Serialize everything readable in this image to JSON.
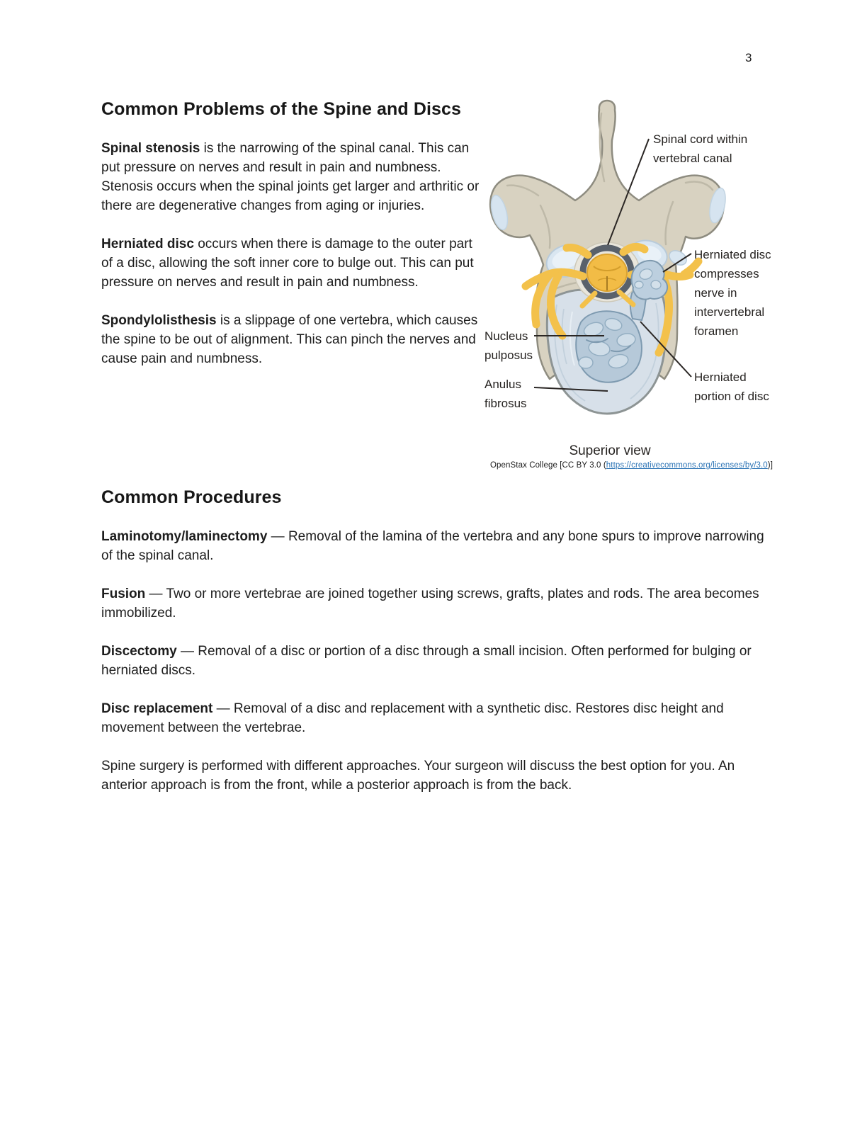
{
  "page": {
    "number": "3"
  },
  "section_problems": {
    "heading": "Common Problems of the Spine and Discs",
    "paragraphs": [
      {
        "lead": "Spinal stenosis",
        "text": " is the narrowing of the spinal canal. This can put pressure on nerves and result in pain and numbness. Stenosis occurs when the spinal joints get larger and arthritic or there are degenerative changes from aging or injuries."
      },
      {
        "lead": "Herniated disc",
        "text": " occurs when there is damage to the outer part of a disc, allowing the soft inner core to bulge out. This can put pressure on nerves and result in pain and numbness."
      },
      {
        "lead": "Spondylolisthesis",
        "text": " is a slippage of one vertebra, which causes the spine to be out of alignment. This can pinch the nerves and cause pain and numbness."
      }
    ]
  },
  "figure": {
    "labels": {
      "spinal_cord": [
        "Spinal cord within",
        "vertebral canal"
      ],
      "herniated_disc": [
        "Herniated disc",
        "compresses",
        "nerve in",
        "intervertebral",
        "foramen"
      ],
      "nucleus": [
        "Nucleus",
        "pulposus"
      ],
      "anulus": [
        "Anulus",
        "fibrosus"
      ],
      "herniated_portion": [
        "Herniated",
        "portion of disc"
      ]
    },
    "caption": "Superior view",
    "attribution": {
      "prefix": "OpenStax College [CC BY 3.0 (",
      "link": "https://creativecommons.org/licenses/by/3.0",
      "suffix": ")]"
    },
    "colors": {
      "bone": "#d8d2c1",
      "bone_outline": "#8e8c80",
      "cartilage_blue": "#d9e6f1",
      "nerve_yellow": "#f3c14b",
      "cord_yellow": "#f2bc46",
      "ring_gray": "#59616b",
      "disc_blue": "#d7e0e9",
      "nucleus_blue": "#b6c9d9",
      "label_color": "#262321",
      "link_blue": "#2e75b6"
    }
  },
  "section_procedures": {
    "heading": "Common Procedures",
    "paragraphs": [
      {
        "lead": "Laminotomy/laminectomy",
        "text": " — Removal of the lamina of the vertebra and any bone spurs to improve narrowing of the spinal canal."
      },
      {
        "lead": "Fusion",
        "text": " — Two or more vertebrae are joined together using screws, grafts, plates and rods. The area becomes immobilized."
      },
      {
        "lead": "Discectomy",
        "text": " — Removal of a disc or portion of a disc through a small incision. Often performed for bulging or herniated discs."
      },
      {
        "lead": "Disc replacement",
        "text": " — Removal of a disc and replacement with a synthetic disc. Restores disc height and movement between the vertebrae."
      },
      {
        "lead": "",
        "text": "Spine surgery is performed with different approaches. Your surgeon will discuss the best option for you. An anterior approach is from the front, while a posterior approach is from the back."
      }
    ]
  }
}
